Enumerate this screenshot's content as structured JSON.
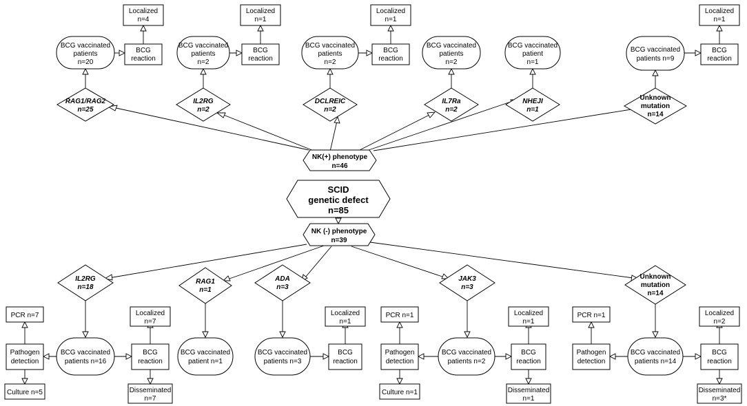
{
  "root": {
    "lines": [
      "SCID",
      "genetic defect",
      "n=85"
    ]
  },
  "nk_pos": {
    "lines": [
      "NK(+) phenotype",
      "n=46"
    ],
    "genes": [
      {
        "gene": "RAG1/RAG2",
        "n": "n=25"
      },
      {
        "gene": "IL2RG",
        "n": "n=2"
      },
      {
        "gene": "DCLREIC",
        "n": "n=2"
      },
      {
        "gene": "IL7Ra",
        "n": "n=2"
      },
      {
        "gene": "NHEJI",
        "n": "n=1"
      },
      {
        "gene": "Unknown",
        "n": "mutation",
        "n2": "n=14"
      }
    ],
    "vaccinated": [
      {
        "l1": "BCG vaccinated",
        "l2": "patients",
        "l3": "n=20"
      },
      {
        "l1": "BCG vaccinated",
        "l2": "patients",
        "l3": "n=2"
      },
      {
        "l1": "BCG vaccinated",
        "l2": "patients",
        "l3": "n=2"
      },
      {
        "l1": "BCG vaccinated",
        "l2": "patients",
        "l3": "n=2"
      },
      {
        "l1": "BCG vaccinated",
        "l2": "patient",
        "l3": "n=1"
      },
      {
        "l1": "BCG vaccinated",
        "l2": "patients n=9"
      }
    ],
    "reaction_label": [
      "BCG",
      "reaction"
    ],
    "localized": [
      {
        "l1": "Localized",
        "l2": "n=4"
      },
      {
        "l1": "Localized",
        "l2": "n=1"
      },
      {
        "l1": "Localized",
        "l2": "n=1"
      },
      {
        "l1": "Localized",
        "l2": "n=1"
      }
    ]
  },
  "nk_neg": {
    "lines": [
      "NK (-) phenotype",
      "n=39"
    ],
    "genes": [
      {
        "gene": "IL2RG",
        "n": "n=18"
      },
      {
        "gene": "RAG1",
        "n": "n=1"
      },
      {
        "gene": "ADA",
        "n": "n=3"
      },
      {
        "gene": "JAK3",
        "n": "n=3"
      },
      {
        "gene": "Unknown",
        "n": "mutation",
        "n2": "n=14"
      }
    ],
    "vaccinated": [
      {
        "l1": "BCG vaccinated",
        "l2": "patients n=16"
      },
      {
        "l1": "BCG vaccinated",
        "l2": "patient n=1"
      },
      {
        "l1": "BCG vaccinated",
        "l2": "patients n=3"
      },
      {
        "l1": "BCG vaccinated",
        "l2": "patients n=2"
      },
      {
        "l1": "BCG vaccinated",
        "l2": "patients n=14"
      }
    ],
    "reaction_label": [
      "BCG",
      "reaction"
    ],
    "pathogen_label": [
      "Pathogen",
      "detection"
    ],
    "localized": [
      {
        "l1": "Localized",
        "l2": "n=7"
      },
      {
        "l1": "Localized",
        "l2": "n=1"
      },
      {
        "l1": "Localized",
        "l2": "n=1"
      },
      {
        "l1": "Localized",
        "l2": "n=2"
      }
    ],
    "disseminated": [
      {
        "l1": "Disseminated",
        "l2": "n=7"
      },
      {
        "l1": "Disseminated",
        "l2": "n=1"
      },
      {
        "l1": "Disseminated",
        "l2": "n=3*"
      }
    ],
    "pcr": [
      "PCR n=7",
      "PCR n=1",
      "PCR n=1"
    ],
    "culture": [
      "Culture n=5",
      "Culture n=1"
    ]
  }
}
